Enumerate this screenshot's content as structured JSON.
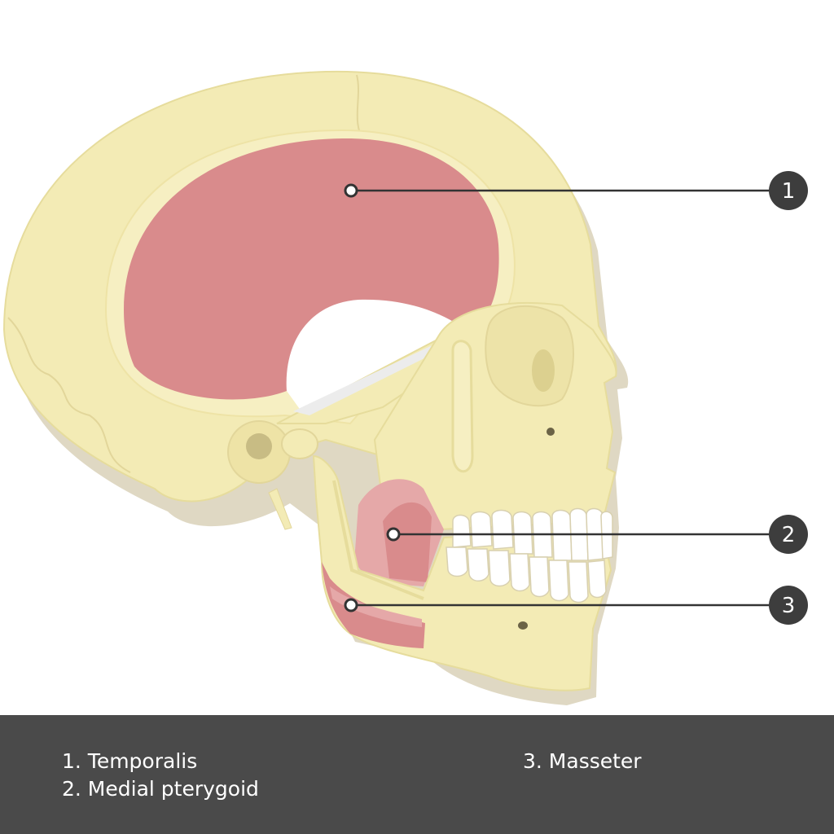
{
  "colors": {
    "bone": "#f3ebb5",
    "bone_outline": "#e6dc9c",
    "bone_shadow": "#b8a97a",
    "muscle": "#d98b8c",
    "muscle_light": "#e5a8a8",
    "teeth": "#ffffff",
    "badge": "#3d3d3d",
    "leader": "#333333",
    "legend_bg": "#4a4a4a",
    "legend_text": "#ffffff"
  },
  "callouts": [
    {
      "number": "1"
    },
    {
      "number": "2"
    },
    {
      "number": "3"
    }
  ],
  "legend": {
    "items": [
      {
        "label": "1. Temporalis"
      },
      {
        "label": "2. Medial pterygoid"
      },
      {
        "label": "3. Masseter"
      }
    ]
  }
}
